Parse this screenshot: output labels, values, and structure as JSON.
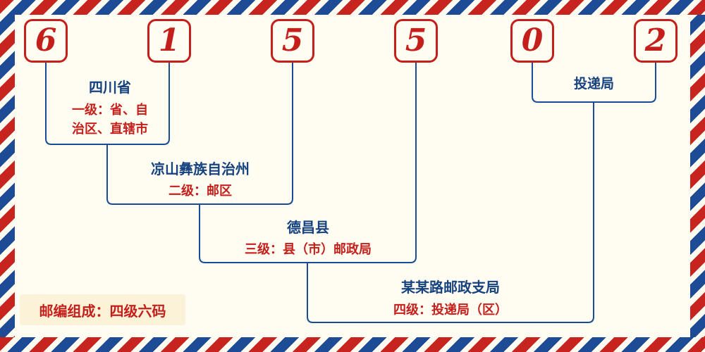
{
  "postal_code": {
    "digits": [
      "6",
      "1",
      "5",
      "5",
      "0",
      "2"
    ]
  },
  "levels": [
    {
      "name": "四川省",
      "desc": "一级：省、自\n治区、直辖市"
    },
    {
      "name": "凉山彝族自治州",
      "desc": "二级：邮区"
    },
    {
      "name": "德昌县",
      "desc": "三级：县（市）邮政局"
    },
    {
      "name": "某某路邮政支局",
      "desc": "四级：投递局（区）"
    }
  ],
  "delivery_office_label": "投递局",
  "footer_note": "邮编组成：四级六码",
  "colors": {
    "digit_red": "#c41f1b",
    "line_blue": "#1a4b96",
    "label_blue": "#16427f",
    "background": "#fffdf2"
  }
}
